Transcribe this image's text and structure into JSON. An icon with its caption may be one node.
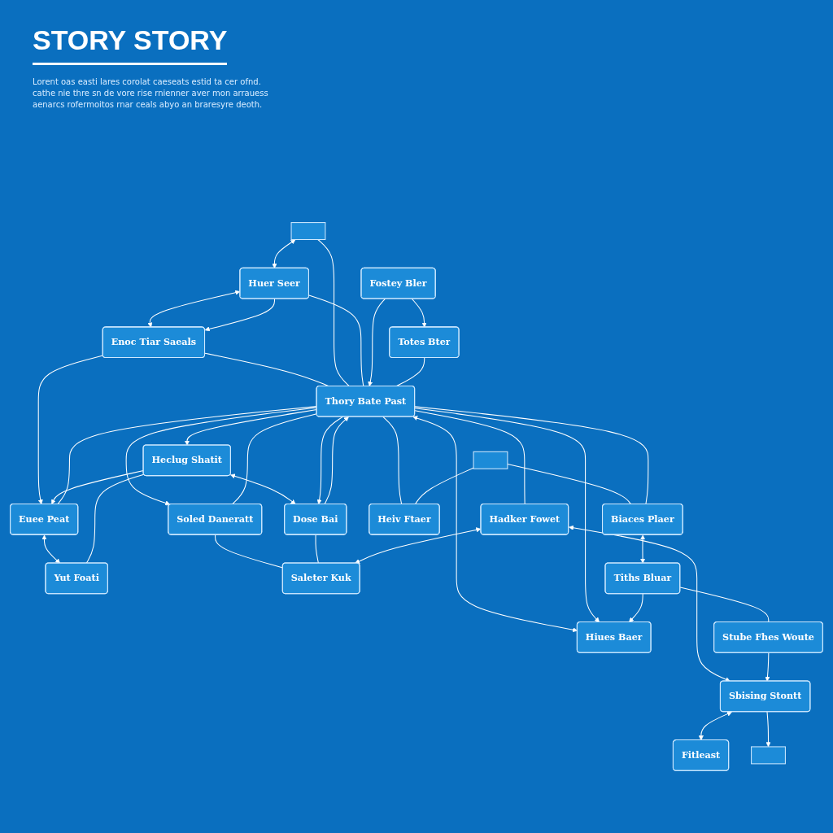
{
  "diagram": {
    "title": "STORY STORY",
    "nodes": [
      {
        "text": [
          "Enoc Tiar Saeals"
        ]
      },
      {
        "text": [
          "Euee Peat"
        ]
      },
      {
        "text": [
          "Yut Foati"
        ]
      },
      {
        "text": [
          "Heclug Shatit"
        ]
      },
      {
        "text": [
          "Huer Seer"
        ]
      },
      {
        "text": [],
        "shape": "box"
      },
      {
        "text": [
          "Dose Bai"
        ]
      },
      {
        "text": [
          "Thory Bate Past"
        ]
      },
      {
        "text": [
          "Fostey Bler"
        ]
      },
      {
        "text": [
          "Soled Daneratt"
        ]
      },
      {
        "text": [
          "Totes Bter"
        ]
      },
      {
        "text": [
          "Heiv Ftaer"
        ]
      },
      {
        "text": [
          "Hadker Fowet"
        ]
      },
      {
        "text": [
          "Saleter Kuk"
        ]
      },
      {
        "text": [],
        "shape": "box"
      },
      {
        "text": [
          "Hiues Baer"
        ]
      },
      {
        "text": [
          "Biaces Plaer"
        ]
      },
      {
        "text": [
          "Tiths Bluar"
        ]
      },
      {
        "text": [
          "Sbising Stontt"
        ]
      },
      {
        "text": [
          "Fitleast"
        ]
      },
      {
        "text": [
          "Stube Fhes Woute"
        ]
      },
      {
        "text": [],
        "shape": "box"
      }
    ],
    "edges": [
      {
        "from": 0,
        "to": 1,
        "arrow": "to"
      },
      {
        "from": 1,
        "to": 2,
        "arrow": "both"
      },
      {
        "from": 3,
        "to": 2,
        "arrow": "none"
      },
      {
        "from": 3,
        "to": 1,
        "arrow": "to"
      },
      {
        "from": 7,
        "to": 1,
        "arrow": "none"
      },
      {
        "from": 0,
        "to": 7,
        "arrow": "none"
      },
      {
        "from": 4,
        "to": 0,
        "arrow": "both"
      },
      {
        "from": 4,
        "to": 0,
        "arrow": "to"
      },
      {
        "from": 5,
        "to": 4,
        "arrow": "both"
      },
      {
        "from": 5,
        "to": 7,
        "arrow": "none"
      },
      {
        "from": 4,
        "to": 7,
        "arrow": "none"
      },
      {
        "from": 7,
        "to": 3,
        "arrow": "to"
      },
      {
        "from": 3,
        "to": 6,
        "arrow": "both"
      },
      {
        "from": 7,
        "to": 6,
        "arrow": "to"
      },
      {
        "from": 6,
        "to": 7,
        "arrow": "to"
      },
      {
        "from": 7,
        "to": 9,
        "arrow": "to"
      },
      {
        "from": 7,
        "to": 9,
        "arrow": "none"
      },
      {
        "from": 9,
        "to": 13,
        "arrow": "none"
      },
      {
        "from": 6,
        "to": 13,
        "arrow": "none"
      },
      {
        "from": 8,
        "to": 7,
        "arrow": "to"
      },
      {
        "from": 8,
        "to": 10,
        "arrow": "to"
      },
      {
        "from": 10,
        "to": 7,
        "arrow": "none"
      },
      {
        "from": 7,
        "to": 11,
        "arrow": "none"
      },
      {
        "from": 14,
        "to": 11,
        "arrow": "none"
      },
      {
        "from": 14,
        "to": 16,
        "arrow": "none"
      },
      {
        "from": 7,
        "to": 16,
        "arrow": "none"
      },
      {
        "from": 7,
        "to": 15,
        "arrow": "both"
      },
      {
        "from": 7,
        "to": 15,
        "arrow": "to"
      },
      {
        "from": 7,
        "to": 12,
        "arrow": "none"
      },
      {
        "from": 12,
        "to": 13,
        "arrow": "both"
      },
      {
        "from": 12,
        "to": 18,
        "arrow": "both"
      },
      {
        "from": 16,
        "to": 17,
        "arrow": "both"
      },
      {
        "from": 17,
        "to": 15,
        "arrow": "to"
      },
      {
        "from": 17,
        "to": 20,
        "arrow": "none"
      },
      {
        "from": 20,
        "to": 18,
        "arrow": "to"
      },
      {
        "from": 18,
        "to": 19,
        "arrow": "both"
      },
      {
        "from": 18,
        "to": 21,
        "arrow": "to"
      }
    ],
    "labels": [
      "Lorent oas easti lares corolat caeseats estid ta cer ofnd. cathe nie thre sn de vore rise rnienner aver mon arrauess aenarcs rofermoitos rnar ceals abyo an braresyre deoth."
    ]
  }
}
